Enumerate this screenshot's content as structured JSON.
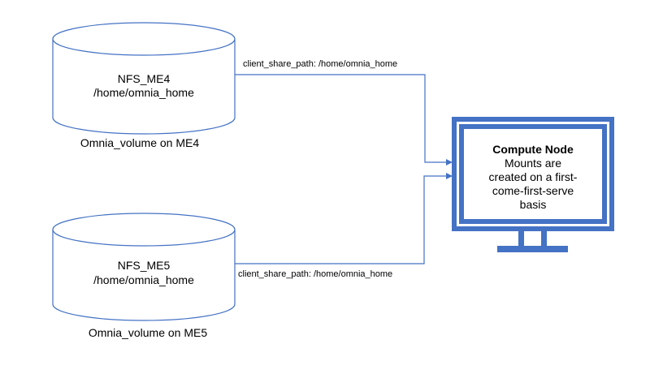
{
  "colors": {
    "outline": "#4472C4",
    "monitor": "#4472C4",
    "connector": "#4472C4",
    "text": "#000000",
    "background": "#FFFFFF"
  },
  "storage": [
    {
      "name": "NFS_ME4",
      "path": "/home/omnia_home",
      "caption": "Omnia_volume on ME4",
      "connector_label": "client_share_path: /home/omnia_home"
    },
    {
      "name": "NFS_ME5",
      "path": "/home/omnia_home",
      "caption": "Omnia_volume on ME5",
      "connector_label": "client_share_path: /home/omnia_home"
    }
  ],
  "compute_node": {
    "title": "Compute Node",
    "description_lines": [
      "Mounts are",
      "created on a first-",
      "come-first-serve",
      "basis"
    ]
  }
}
